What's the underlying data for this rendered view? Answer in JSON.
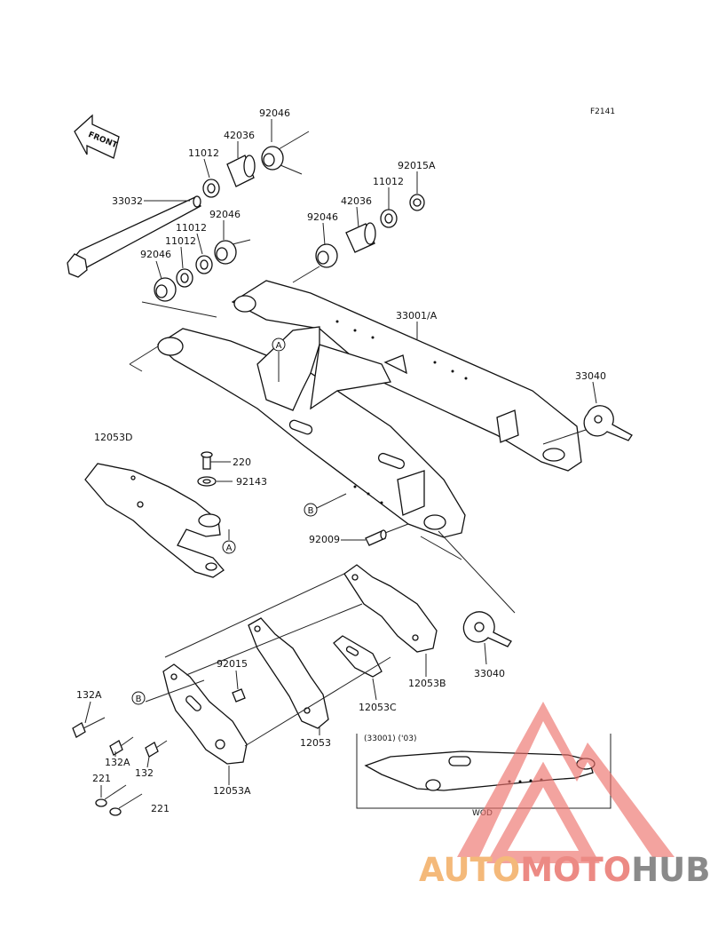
{
  "figure_code": "F2141",
  "front_arrow_label": "FRONT",
  "parts": {
    "p92046_top": "92046",
    "p42036_top": "42036",
    "p11012_top": "11012",
    "p33032": "33032",
    "p92046_mid": "92046",
    "p11012_mid": "11012",
    "p92046_low": "92046",
    "p92015A": "92015A",
    "p11012_right": "11012",
    "p42036_right": "42036",
    "p92046_right": "92046",
    "p33001A": "33001/A",
    "p33040_top": "33040",
    "p12053D": "12053D",
    "p220": "220",
    "p92143": "92143",
    "p92009": "92009",
    "p33040_low": "33040",
    "p12053B": "12053B",
    "p92015": "92015",
    "p12053C": "12053C",
    "p132A_top": "132A",
    "p12053": "12053",
    "p132A_low": "132A",
    "p132": "132",
    "p221_left": "221",
    "p221_right": "221",
    "p12053A": "12053A"
  },
  "references": {
    "ref_a_arm": "A",
    "ref_a_guide": "A",
    "ref_b_arm": "B",
    "ref_b_guard": "B"
  },
  "inset": {
    "title": "(33001) ('03)",
    "label": "WOD"
  },
  "watermark": {
    "part1": "AUTO",
    "part2": "MOTO",
    "part3": "HUB",
    "colors": {
      "auto": "#f4b97a",
      "moto": "#ec8a84",
      "hub": "#8a8a8a",
      "triangle": "#ec6f69"
    }
  }
}
